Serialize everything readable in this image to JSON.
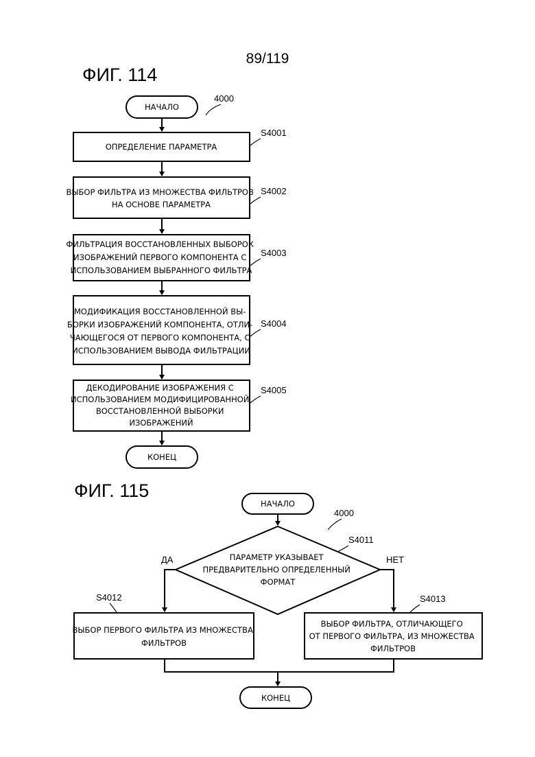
{
  "page_number": "89/119",
  "fig114": {
    "title": "ФИГ. 114",
    "ref": "4000",
    "start": "НАЧАЛО",
    "end": "КОНЕЦ",
    "steps": [
      {
        "id": "S4001",
        "lines": [
          "ОПРЕДЕЛЕНИЕ ПАРАМЕТРА"
        ]
      },
      {
        "id": "S4002",
        "lines": [
          "ВЫБОР ФИЛЬТРА ИЗ МНОЖЕСТВА ФИЛЬТРОВ",
          "НА ОСНОВЕ ПАРАМЕТРА"
        ]
      },
      {
        "id": "S4003",
        "lines": [
          "ФИЛЬТРАЦИЯ ВОССТАНОВЛЕННЫХ ВЫБОРОК",
          "ИЗОБРАЖЕНИЙ ПЕРВОГО КОМПОНЕНТА С",
          "ИСПОЛЬЗОВАНИЕМ ВЫБРАННОГО ФИЛЬТРА"
        ]
      },
      {
        "id": "S4004",
        "lines": [
          "МОДИФИКАЦИЯ ВОССТАНОВЛЕННОЙ ВЫ-",
          "БОРКИ ИЗОБРАЖЕНИЙ КОМПОНЕНТА, ОТЛИ-",
          "ЧАЮЩЕГОСЯ ОТ ПЕРВОГО КОМПОНЕНТА, С",
          "ИСПОЛЬЗОВАНИЕМ ВЫВОДА ФИЛЬТРАЦИИ"
        ]
      },
      {
        "id": "S4005",
        "lines": [
          "ДЕКОДИРОВАНИЕ ИЗОБРАЖЕНИЯ С",
          "ИСПОЛЬЗОВАНИЕМ МОДИФИЦИРОВАННОЙ",
          "ВОССТАНОВЛЕННОЙ ВЫБОРКИ",
          "ИЗОБРАЖЕНИЙ"
        ]
      }
    ]
  },
  "fig115": {
    "title": "ФИГ. 115",
    "ref": "4000",
    "start": "НАЧАЛО",
    "end": "КОНЕЦ",
    "decision": {
      "id": "S4011",
      "lines": [
        "ПАРАМЕТР УКАЗЫВАЕТ",
        "ПРЕДВАРИТЕЛЬНО ОПРЕДЕЛЕННЫЙ",
        "ФОРМАТ"
      ]
    },
    "yes_label": "ДА",
    "no_label": "НЕТ",
    "yes_step": {
      "id": "S4012",
      "lines": [
        "ВЫБОР ПЕРВОГО ФИЛЬТРА ИЗ МНОЖЕСТВА",
        "ФИЛЬТРОВ"
      ]
    },
    "no_step": {
      "id": "S4013",
      "lines": [
        "ВЫБОР ФИЛЬТРА, ОТЛИЧАЮЩЕГО",
        "ОТ ПЕРВОГО ФИЛЬТРА, ИЗ МНОЖЕСТВА",
        "ФИЛЬТРОВ"
      ]
    }
  }
}
